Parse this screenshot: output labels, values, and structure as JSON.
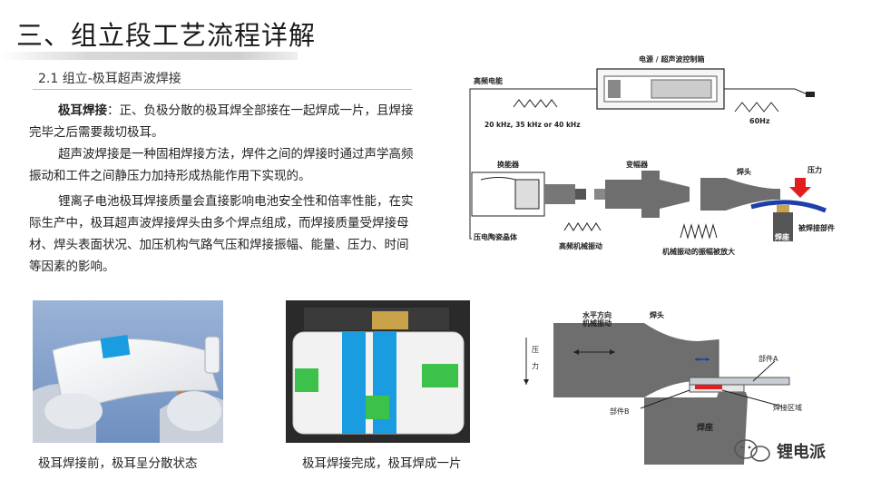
{
  "slide": {
    "title": "三、组立段工艺流程详解",
    "section": "2.1 组立-极耳超声波焊接",
    "para1_term": "极耳焊接",
    "para1_body": "：正、负极分散的极耳焊全部接在一起焊成一片，且焊接完毕之后需要裁切极耳。",
    "para2": "超声波焊接是一种固相焊接方法，焊件之间的焊接时通过声学高频振动和工件之间静压力加持形成热能作用下实现的。",
    "para3": "锂离子电池极耳焊接质量会直接影响电池安全性和倍率性能，在实际生产中，极耳超声波焊接焊头由多个焊点组成，而焊接质量受焊接母材、焊头表面状况、加压机构气路气压和焊接振幅、能量、压力、时间等因素的影响。"
  },
  "photos": {
    "caption1": "极耳焊接前，极耳呈分散状态",
    "caption2": "极耳焊接完成，极耳焊成一片"
  },
  "diagram1": {
    "controller_label": "电源 / 超声波控制箱",
    "hf_label": "高频电能",
    "freq_label": "20 kHz, 35 kHz or 40 kHz",
    "mains_label": "60Hz",
    "transducer_label": "换能器",
    "booster_label": "变幅器",
    "horn_label": "焊头",
    "pressure_label": "压力",
    "piezo_label": "压电陶瓷晶体",
    "hf_vibration_label": "高频机械振动",
    "amplified_label": "机械振动的振幅被放大",
    "anvil_label": "焊座",
    "workpiece_label": "被焊接部件"
  },
  "diagram2": {
    "vibration_label": "水平方向\n机械振动",
    "horn_label": "焊头",
    "pressure_label": "压\n力",
    "partA_label": "部件A",
    "partB_label": "部件B",
    "weld_zone_label": "焊接区域",
    "anvil_label": "焊座"
  },
  "brand": {
    "name": "锂电派"
  },
  "colors": {
    "blue_tape": "#1a9de0",
    "green_tape": "#3cc24a",
    "copper": "#c97f4a",
    "arrow_red": "#e02020",
    "part_blue": "#1f3fa8",
    "horn_gray": "#6e6e6e"
  }
}
